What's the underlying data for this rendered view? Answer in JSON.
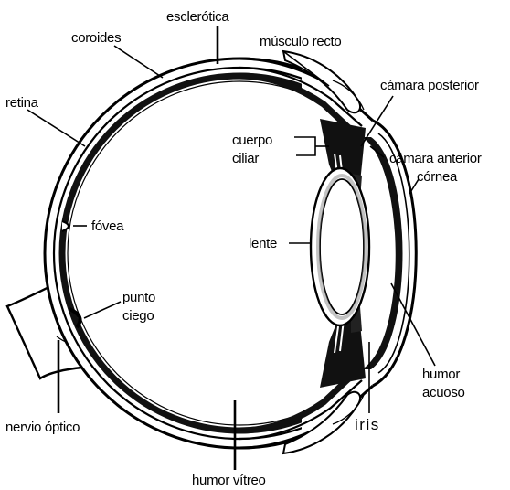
{
  "labels": {
    "esclerotica": "esclerótica",
    "coroides": "coroides",
    "musculo_recto": "músculo recto",
    "retina": "retina",
    "camara_posterior": "cámara posterior",
    "cuerpo": "cuerpo",
    "ciliar": "ciliar",
    "camara_anterior": "cámara anterior",
    "cornea": "córnea",
    "fovea": "fóvea",
    "lente": "lente",
    "punto": "punto",
    "ciego": "ciego",
    "humor_acuoso_1": "humor",
    "humor_acuoso_2": "acuoso",
    "nervio_optico": "nervio óptico",
    "iris": "iris",
    "humor_vitreo": "humor vítreo"
  }
}
